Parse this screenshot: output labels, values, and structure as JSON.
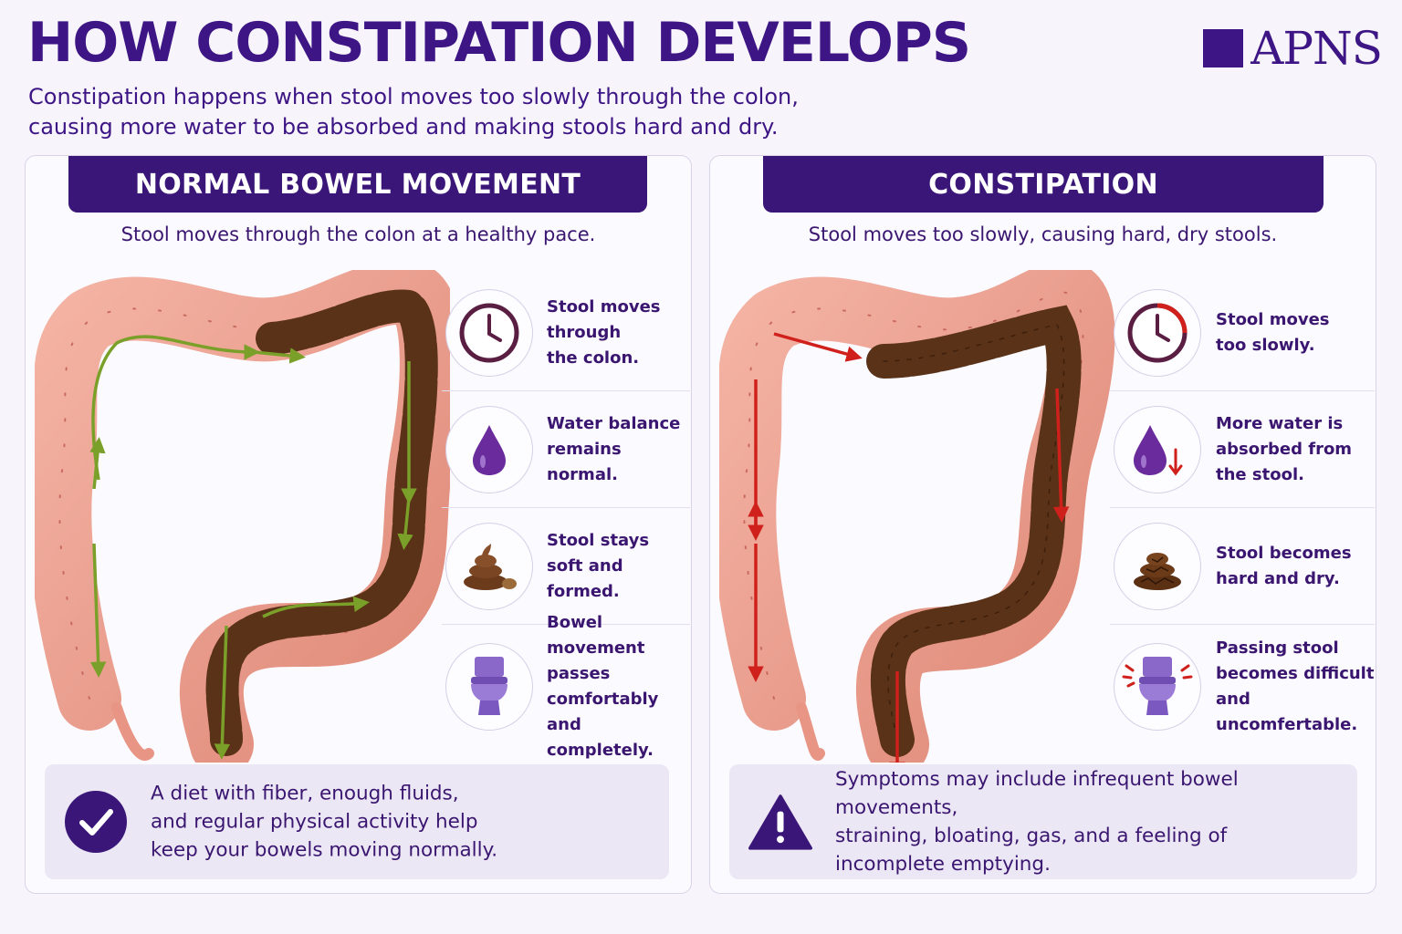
{
  "header": {
    "title": "HOW CONSTIPATION DEVELOPS",
    "logo_text": "APNS",
    "subtitle": "Constipation happens when stool moves too slowly through the colon, causing more water to be absorbed and making stools hard and dry."
  },
  "panels": {
    "normal": {
      "heading": "NORMAL BOWEL MOVEMENT",
      "subheading": "Stool moves through the colon at a healthy pace.",
      "items": [
        {
          "icon": "clock-icon",
          "text": "Stool moves\nthrough\nthe colon."
        },
        {
          "icon": "water-drop-icon",
          "text": "Water balance\nremains\nnormal."
        },
        {
          "icon": "stool-icon",
          "text": "Stool stays\nsoft and\nformed."
        },
        {
          "icon": "toilet-icon",
          "text": "Bowel movement\npasses\ncomfortably\nand completely."
        }
      ],
      "note": "A diet with fiber, enough fluids,\nand regular physical activity help\nkeep your bowels moving normally.",
      "note_icon": "checkmark-icon"
    },
    "constipation": {
      "heading": "CONSTIPATION",
      "subheading": "Stool moves too slowly, causing hard, dry stools.",
      "items": [
        {
          "icon": "clock-icon",
          "text": "Stool moves\ntoo slowly."
        },
        {
          "icon": "water-drop-down-icon",
          "text": "More water is\nabsorbed from\nthe stool."
        },
        {
          "icon": "hard-stool-icon",
          "text": "Stool becomes\nhard and dry."
        },
        {
          "icon": "toilet-strain-icon",
          "text": "Passing stool\nbecomes difficult\nand uncomfertable."
        }
      ],
      "note": "Symptoms may include infrequent bowel movements,\nstraining, bloating, gas, and a feeling of\nincomplete emptying.",
      "note_icon": "warning-icon"
    }
  },
  "colors": {
    "brand_purple": "#3a1679",
    "normal_arrow": "#7aa02a",
    "constipation_arrow": "#d0201c",
    "colon_pink": "#ec9a8a",
    "stool_brown": "#5a3217"
  }
}
